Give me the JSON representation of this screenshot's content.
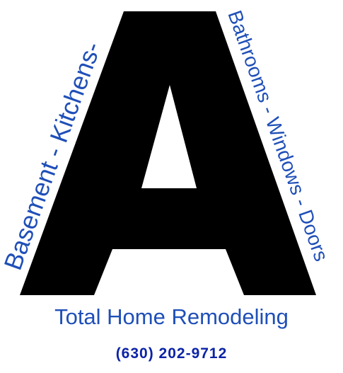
{
  "brand": {
    "letter": "A",
    "left_arc_text": "Basement - Kitchens-",
    "right_arc_text": "Bathrooms - Windows - Doors",
    "tagline": "Total Home Remodeling",
    "phone": "(630) 202-9712"
  },
  "colors": {
    "letter": "#000000",
    "arc_text": "#1f4fb8",
    "tagline": "#1f4fb8",
    "phone": "#0b23a6",
    "background": "#ffffff"
  }
}
